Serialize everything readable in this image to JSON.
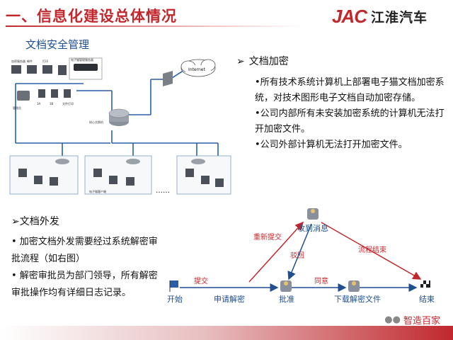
{
  "header": {
    "title": "一、信息化建设总体情况",
    "logo_brand": "JAC",
    "logo_name": "江淮汽车"
  },
  "network": {
    "section_title": "文档安全管理",
    "internet_label": "Internet",
    "core_switch_label": "核心交换机",
    "server_label": "电子猫管理服务器",
    "top_devices": [
      "加密服务器",
      "邮件",
      "打印",
      "防火墙"
    ],
    "row_labels": [
      "3A",
      "3B",
      "文件打印"
    ],
    "admin_label": "管理员",
    "branch_label": "电子猫客户端",
    "ellipsis": "……",
    "colors": {
      "line": "#2a5fa8",
      "panel_border": "#7aa0c8",
      "device": "#4a4f58"
    }
  },
  "encryption": {
    "heading": "文档加密",
    "items": [
      "•所有技术系统计算机上部署电子猫文档加密系统，对技术图形电子文档自动加密存储。",
      "•公司内部所有未安装加密系统的计算机无法打开加密文件。",
      "•公司外部计算机无法打开加密文件。"
    ]
  },
  "distribution": {
    "heading": "➢文档外发",
    "items": [
      "• 加密文档外发需要经过系统解密审批流程（如右图）",
      "• 解密审批员为部门领导，所有解密审批操作均有详细日志记录。"
    ]
  },
  "workflow": {
    "nodes": {
      "start": "开始",
      "apply": "申请解密",
      "approve": "批准",
      "download": "下载解密文件",
      "end": "结束",
      "receive": "收到消息"
    },
    "edges": {
      "submit": "提交",
      "agree": "同意",
      "resubmit": "重新提交",
      "reject": "驳回",
      "finish": "流程结束"
    },
    "colors": {
      "edge_label": "#c0282d",
      "arrow": "#1f4f8f"
    }
  },
  "watermark": {
    "text": "智造百家"
  }
}
